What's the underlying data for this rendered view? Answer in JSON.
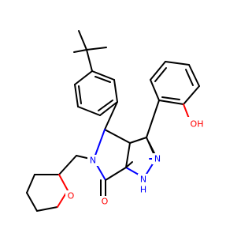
{
  "molecule": {
    "atom_labels": {
      "n_lactam": "N",
      "n_pyrazole": "N",
      "nh": "N",
      "h_on_n": "H",
      "o_carbonyl": "O",
      "o_thf": "O",
      "oh": "OH"
    }
  },
  "colors": {
    "bond": "#000000",
    "nitrogen": "#0000ff",
    "oxygen": "#ff0000"
  }
}
